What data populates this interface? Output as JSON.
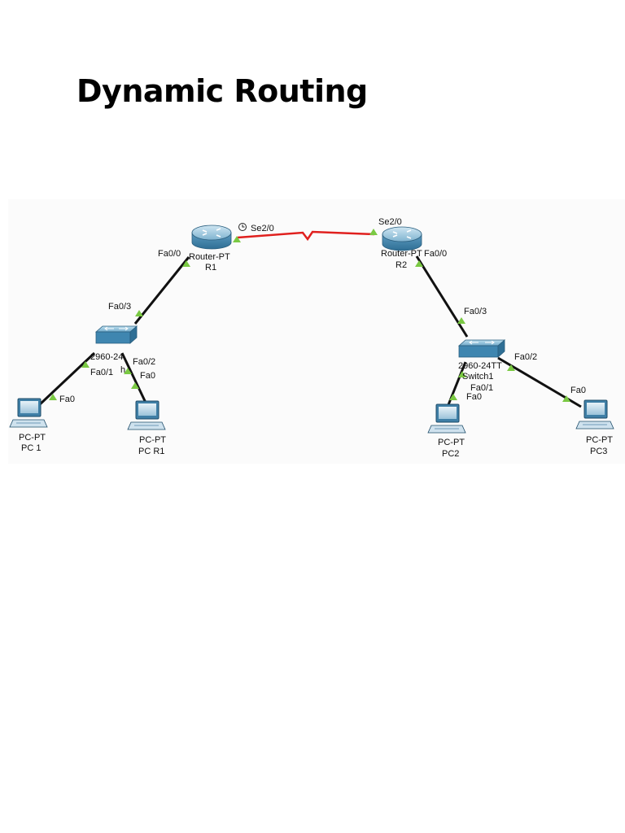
{
  "title": "Dynamic Routing",
  "routers": [
    {
      "model": "Router-PT",
      "name": "R1",
      "se_port": "Se2/0",
      "fa_port": "Fa0/0"
    },
    {
      "model": "Router-PT",
      "name": "R2",
      "se_port": "Se2/0",
      "fa_port": "Fa0/0"
    }
  ],
  "switches": [
    {
      "model": "2960-24",
      "name": "h",
      "uplink": "Fa0/3",
      "port_a": "Fa0/1",
      "port_b": "Fa0/2"
    },
    {
      "model": "2960-24TT",
      "name": "Switch1",
      "uplink": "Fa0/3",
      "port_a": "Fa0/1",
      "port_b": "Fa0/2"
    }
  ],
  "pcs": [
    {
      "model": "PC-PT",
      "name": "PC 1",
      "port": "Fa0"
    },
    {
      "model": "PC-PT",
      "name": "PC R1",
      "port": "Fa0"
    },
    {
      "model": "PC-PT",
      "name": "PC2",
      "port": "Fa0"
    },
    {
      "model": "PC-PT",
      "name": "PC3",
      "port": "Fa0"
    }
  ],
  "colors": {
    "serial_link": "#e0201e",
    "ethernet_link": "#111111",
    "link_up": "#7ac943",
    "device": "#4e90b8"
  }
}
